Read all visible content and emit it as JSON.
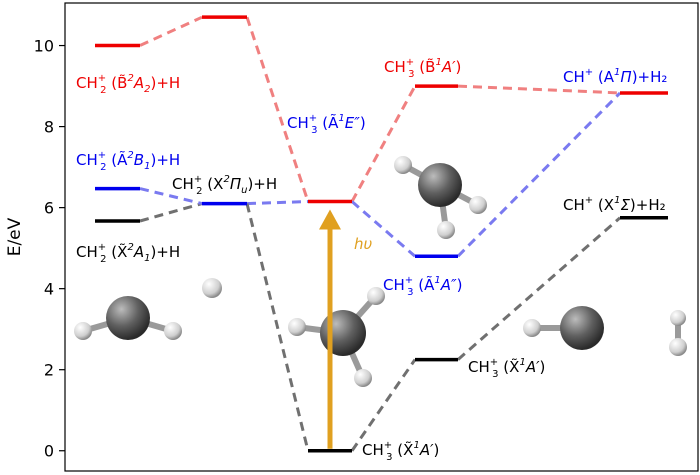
{
  "chart_data": {
    "type": "energy-level-diagram",
    "ylabel": "E/eV",
    "ylim": [
      -0.5,
      11.05
    ],
    "yticks": [
      0,
      2,
      4,
      6,
      8,
      10
    ],
    "grid": false,
    "colors": {
      "black": "#000000",
      "blue": "#0000ee",
      "red": "#ee0000",
      "arrow": "#e0a020"
    },
    "levels": [
      {
        "id": "ch2_X2A1_H",
        "energy": 5.67,
        "color": "black"
      },
      {
        "id": "ch2_X2Pi_H",
        "energy": 6.1,
        "color": "blue"
      },
      {
        "id": "ch2_A2B1_H",
        "energy": 6.47,
        "color": "blue"
      },
      {
        "id": "ch2_B2A2_H",
        "energy": 10.0,
        "color": "red"
      },
      {
        "id": "ch2_high",
        "energy": 10.7,
        "color": "red"
      },
      {
        "id": "ch3_X1A",
        "energy": 0.0,
        "color": "black"
      },
      {
        "id": "ch3_A1E",
        "energy": 6.15,
        "color": "red"
      },
      {
        "id": "ch3_A1A2",
        "energy": 4.8,
        "color": "blue"
      },
      {
        "id": "ch3_B1A",
        "energy": 9.0,
        "color": "red"
      },
      {
        "id": "ch3_X1A_b",
        "energy": 2.25,
        "color": "black"
      },
      {
        "id": "ch_A1Pi_H2",
        "energy": 8.83,
        "color": "red"
      },
      {
        "id": "ch_X1S_H2",
        "energy": 5.75,
        "color": "black"
      }
    ],
    "connections": [
      {
        "from": "ch2_X2A1_H",
        "to": "ch2_X2Pi_H",
        "color": "gray"
      },
      {
        "from": "ch2_A2B1_H",
        "to": "ch2_X2Pi_H",
        "color": "lightblue"
      },
      {
        "from": "ch2_X2Pi_H",
        "to": "ch3_A1E",
        "color": "lightblue"
      },
      {
        "from": "ch2_X2Pi_H",
        "to": "ch3_X1A",
        "color": "gray"
      },
      {
        "from": "ch2_B2A2_H",
        "to": "ch2_high",
        "color": "lightred"
      },
      {
        "from": "ch2_high",
        "to": "ch3_A1E",
        "color": "lightred"
      },
      {
        "from": "ch3_A1E",
        "to": "ch3_B1A",
        "color": "lightred"
      },
      {
        "from": "ch3_A1E",
        "to": "ch3_A1A2",
        "color": "lightblue"
      },
      {
        "from": "ch3_B1A",
        "to": "ch_A1Pi_H2",
        "color": "lightred"
      },
      {
        "from": "ch3_A1A2",
        "to": "ch_A1Pi_H2",
        "color": "lightblue"
      },
      {
        "from": "ch3_X1A",
        "to": "ch3_X1A_b",
        "color": "gray"
      },
      {
        "from": "ch3_X1A_b",
        "to": "ch_X1S_H2",
        "color": "gray"
      }
    ],
    "arrow": {
      "from": 0.0,
      "to": 6.15,
      "label": "hυ"
    },
    "labels": [
      {
        "id": "lbl_b2a2",
        "base": "CH",
        "sub": "2",
        "sup": "+",
        "paren": " (B̃",
        "s2": "2",
        "mid": "A",
        "msub": "2",
        "tail": ")+H",
        "color": "red"
      },
      {
        "id": "lbl_a2b1",
        "base": "CH",
        "sub": "2",
        "sup": "+",
        "paren": " (Ã",
        "s2": "2",
        "mid": "B",
        "msub": "1",
        "tail": ")+H",
        "color": "blue"
      },
      {
        "id": "lbl_x2pi",
        "base": "CH",
        "sub": "2",
        "sup": "+",
        "paren": " (X",
        "s2": "2",
        "mid": "Π",
        "msub": "u",
        "tail": ")+H",
        "color": "black"
      },
      {
        "id": "lbl_x2a1",
        "base": "CH",
        "sub": "2",
        "sup": "+",
        "paren": " (X̃",
        "s2": "2",
        "mid": "A",
        "msub": "1",
        "tail": ")+H",
        "color": "black"
      },
      {
        "id": "lbl_a1e",
        "base": "CH",
        "sub": "3",
        "sup": "+",
        "paren": " (Ã",
        "s2": "1",
        "mid": "E″",
        "msub": "",
        "tail": ")",
        "color": "blue"
      },
      {
        "id": "lbl_b1a",
        "base": "CH",
        "sub": "3",
        "sup": "+",
        "paren": " (B̃",
        "s2": "1",
        "mid": "A′",
        "msub": "",
        "tail": ")",
        "color": "red"
      },
      {
        "id": "lbl_a1a2",
        "base": "CH",
        "sub": "3",
        "sup": "+",
        "paren": " (Ã",
        "s2": "1",
        "mid": "A″",
        "msub": "",
        "tail": ")",
        "color": "blue"
      },
      {
        "id": "lbl_x1a_b",
        "base": "CH",
        "sub": "3",
        "sup": "+",
        "paren": " (X̃",
        "s2": "1",
        "mid": "A′",
        "msub": "",
        "tail": ")",
        "color": "black"
      },
      {
        "id": "lbl_x1a",
        "base": "CH",
        "sub": "3",
        "sup": "+",
        "paren": " (X̃",
        "s2": "1",
        "mid": "A′",
        "msub": "",
        "tail": ")",
        "color": "black"
      },
      {
        "id": "lbl_a1pi",
        "base": "CH",
        "sub": "",
        "sup": "+",
        "paren": " (A",
        "s2": "1",
        "mid": "Π",
        "msub": "",
        "tail": ")+H₂",
        "color": "blue"
      },
      {
        "id": "lbl_x1s",
        "base": "CH",
        "sub": "",
        "sup": "+",
        "paren": " (X",
        "s2": "1",
        "mid": "Σ",
        "msub": "",
        "tail": ")+H₂",
        "color": "black"
      }
    ]
  }
}
